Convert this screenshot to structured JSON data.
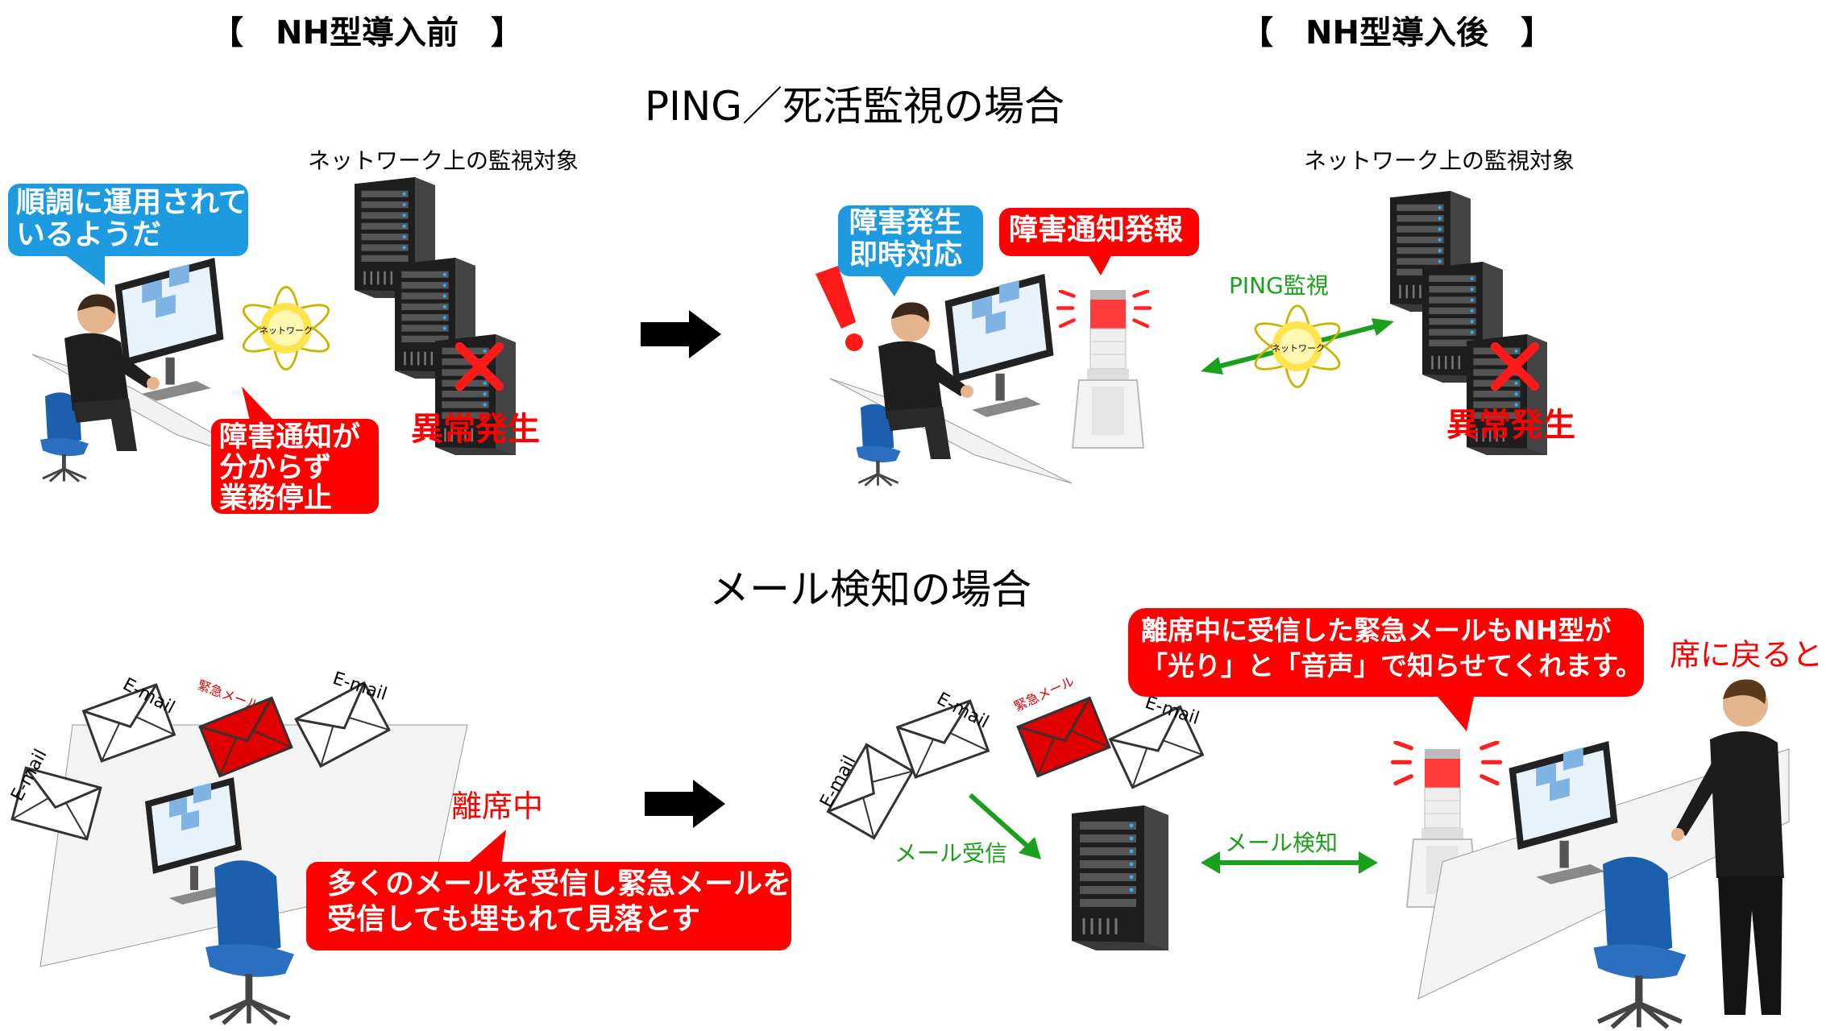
{
  "headers": {
    "before": "【　NH型導入前　】",
    "after": "【　NH型導入後　】"
  },
  "section_ping": {
    "title": "PING／死活監視の場合",
    "before": {
      "targets_label": "ネットワーク上の監視対象",
      "thought_bubble": "順調に運用されて\nいるようだ",
      "network_label": "ネットワーク",
      "warning_bubble": "障害通知が\n分からず\n業務停止",
      "failure_label": "異常発生"
    },
    "after": {
      "targets_label": "ネットワーク上の監視対象",
      "response_bubble": "障害発生\n即時対応",
      "alert_bubble": "障害通知発報",
      "ping_label": "PING監視",
      "network_label": "ネットワーク",
      "failure_label": "異常発生"
    }
  },
  "section_mail": {
    "title": "メール検知の場合",
    "before": {
      "email_labels": [
        "E-mail",
        "E-mail",
        "E-mail"
      ],
      "urgent_label": "緊急メール",
      "away_label": "離席中",
      "warning_bubble": "多くのメールを受信し緊急メールを\n受信しても埋もれて見落とす"
    },
    "after": {
      "email_labels": [
        "E-mail",
        "E-mail",
        "E-mail"
      ],
      "urgent_label": "緊急メール",
      "receive_label": "メール受信",
      "detect_label": "メール検知",
      "info_bubble": "離席中に受信した緊急メールもNH型が\n「光り」と「音声」で知らせてくれます。",
      "return_label": "席に戻ると"
    }
  },
  "colors": {
    "alert": "#ff0000",
    "info": "#1e9be0",
    "link": "#1aa01a",
    "server": "#2a2a2a"
  }
}
